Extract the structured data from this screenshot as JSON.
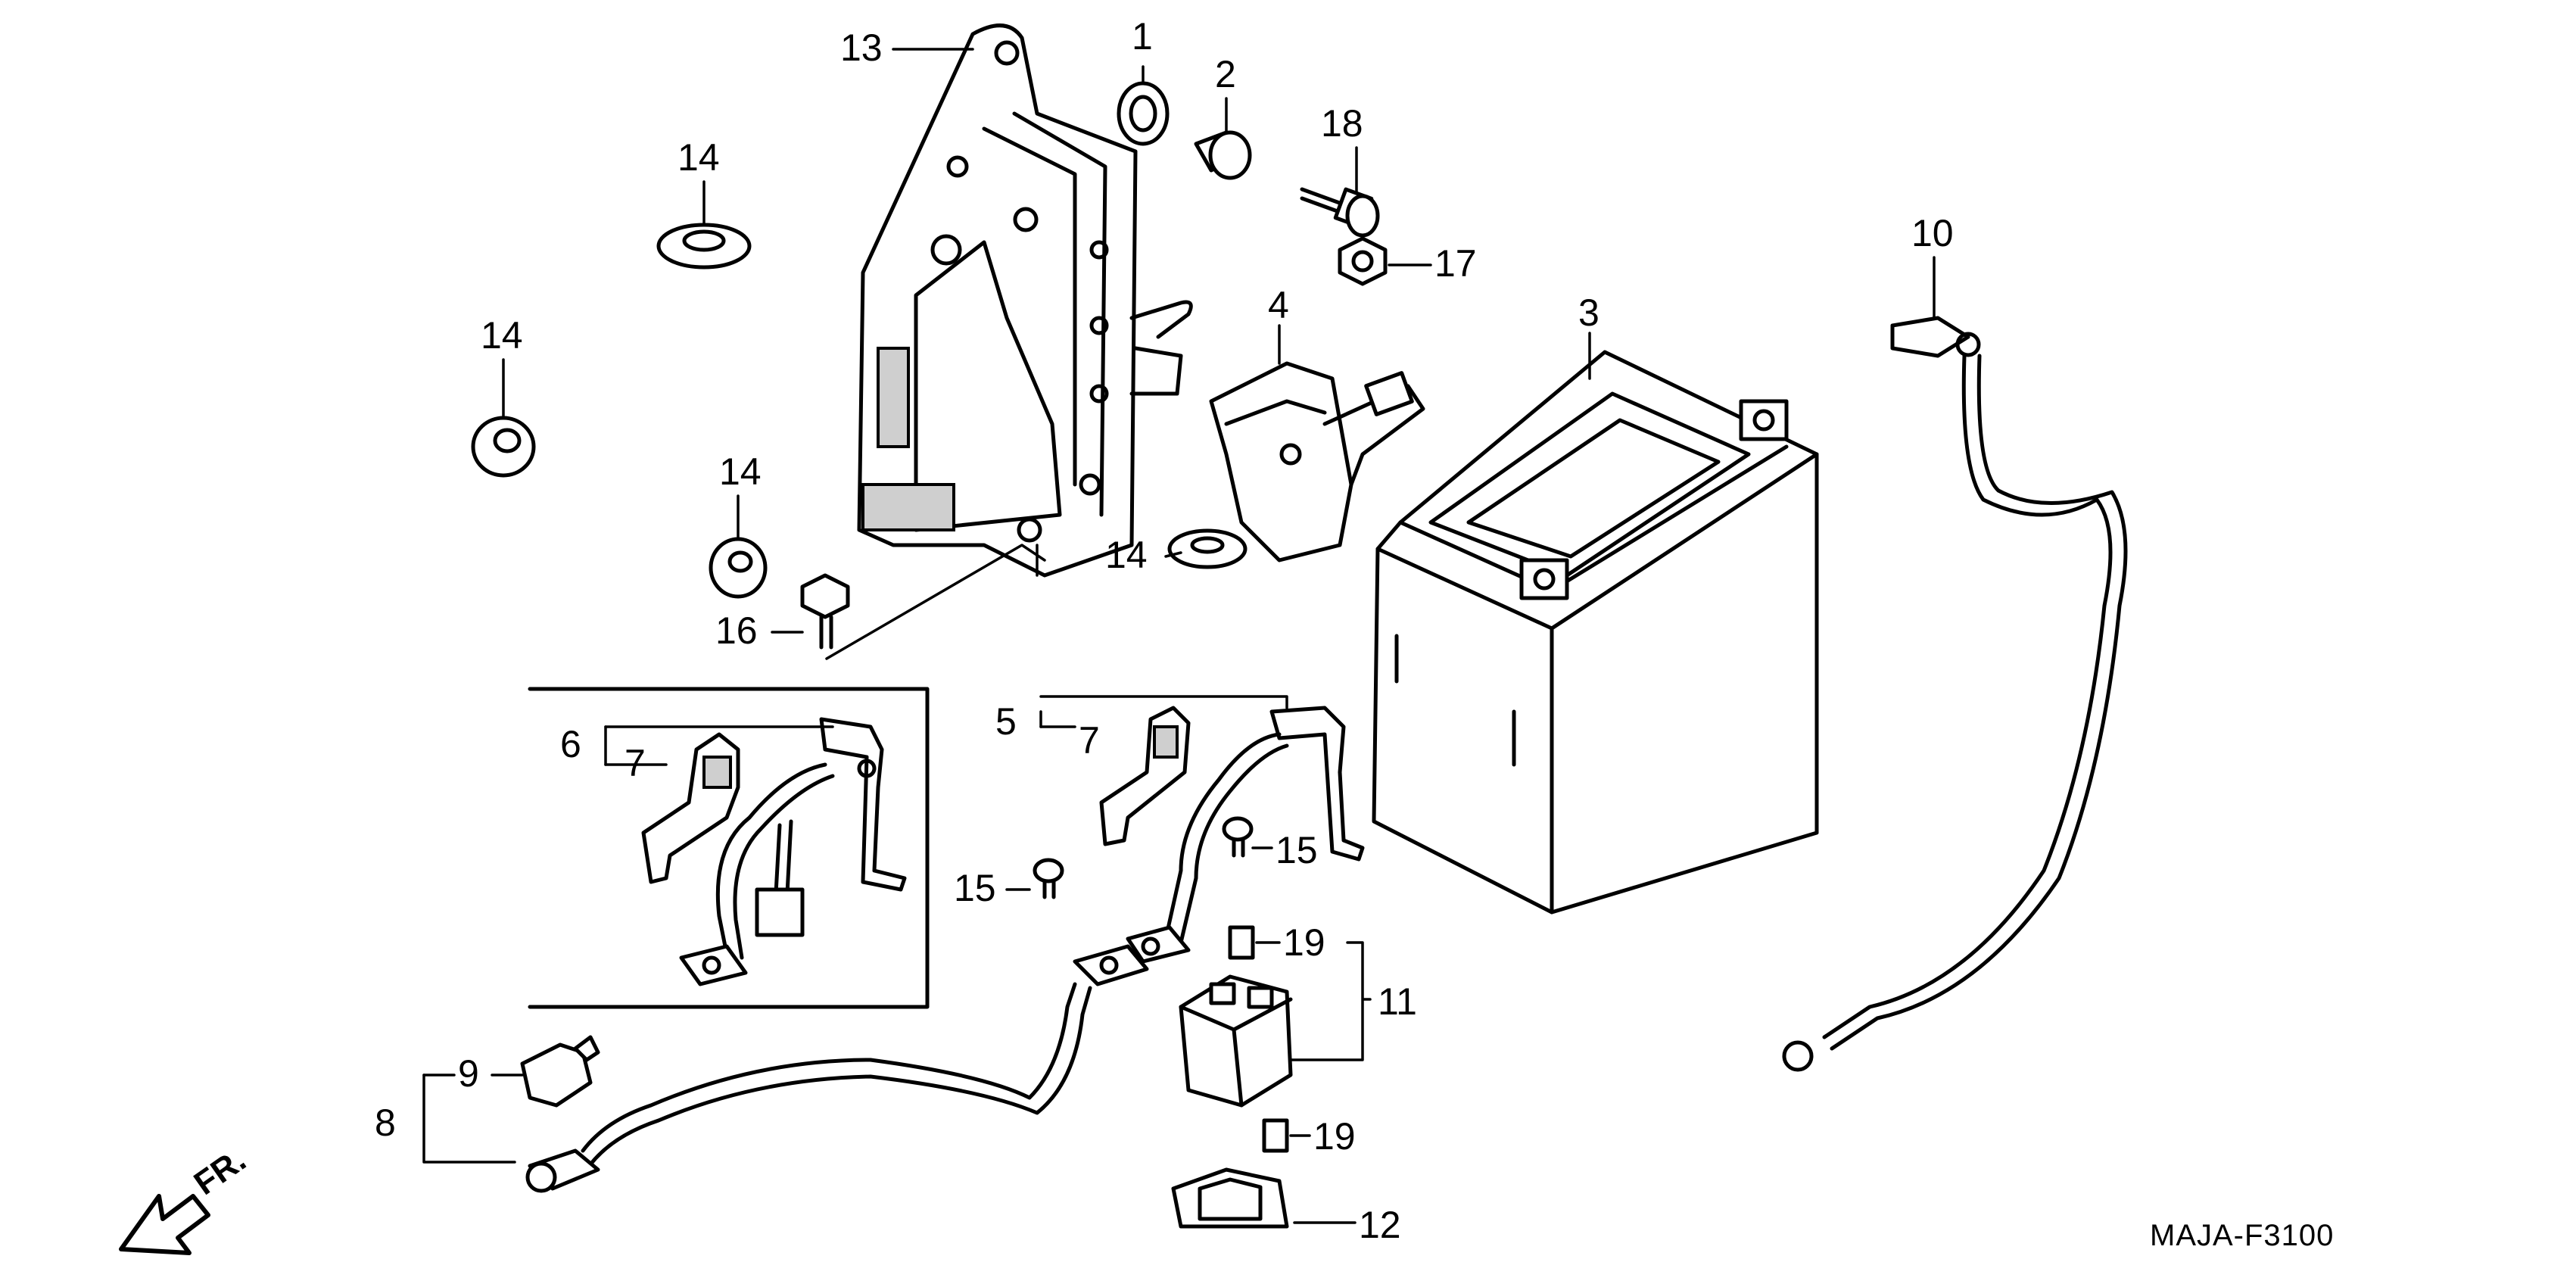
{
  "callouts": {
    "c1": "1",
    "c2": "2",
    "c3": "3",
    "c4": "4",
    "c5": "5",
    "c6": "6",
    "c7a": "7",
    "c7b": "7",
    "c8": "8",
    "c9": "9",
    "c10": "10",
    "c11": "11",
    "c12": "12",
    "c13": "13",
    "c14a": "14",
    "c14b": "14",
    "c14c": "14",
    "c14d": "14",
    "c15a": "15",
    "c15b": "15",
    "c16": "16",
    "c17": "17",
    "c18": "18",
    "c19a": "19",
    "c19b": "19"
  },
  "direction": "FR.",
  "diagram_code": "MAJA-F3100",
  "colors": {
    "ink": "#000000",
    "paper": "#ffffff",
    "shading": "#cfcfcf"
  }
}
